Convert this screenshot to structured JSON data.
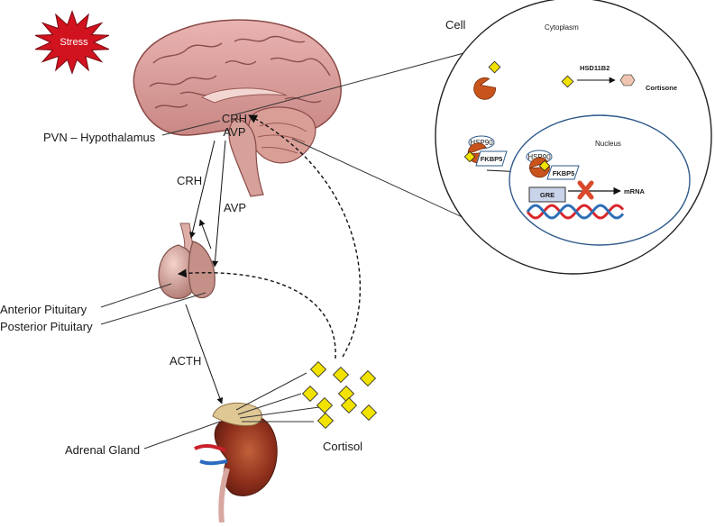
{
  "stress": "Stress",
  "hypothalamus": {
    "label": "PVN – Hypothalamus",
    "crh": "CRH",
    "avp": "AVP"
  },
  "pathway": {
    "crh": "CRH",
    "avp": "AVP",
    "acth": "ACTH"
  },
  "pituitary": {
    "anterior": "Anterior Pituitary",
    "posterior": "Posterior Pituitary"
  },
  "adrenal": {
    "label": "Adrenal Gland",
    "hormone": "Cortisol"
  },
  "cell": {
    "title": "Cell",
    "cytoplasm": "Cytoplasm",
    "enzyme": "HSD11B2",
    "product": "Cortisone",
    "nucleus": "Nucleus",
    "chaperone": "HSP90",
    "cochaperone": "FKBP5",
    "element": "GRE",
    "output": "mRNA"
  },
  "colors": {
    "stress": "#d1121f",
    "cortisol": "#f2e200",
    "receptor": "#c8541c",
    "cortisone": "#efc4b0",
    "dna_red": "#d9262c",
    "dna_blue": "#2e6fb5",
    "block": "#d94a2c",
    "nucleus_border": "#2f5a8a"
  }
}
